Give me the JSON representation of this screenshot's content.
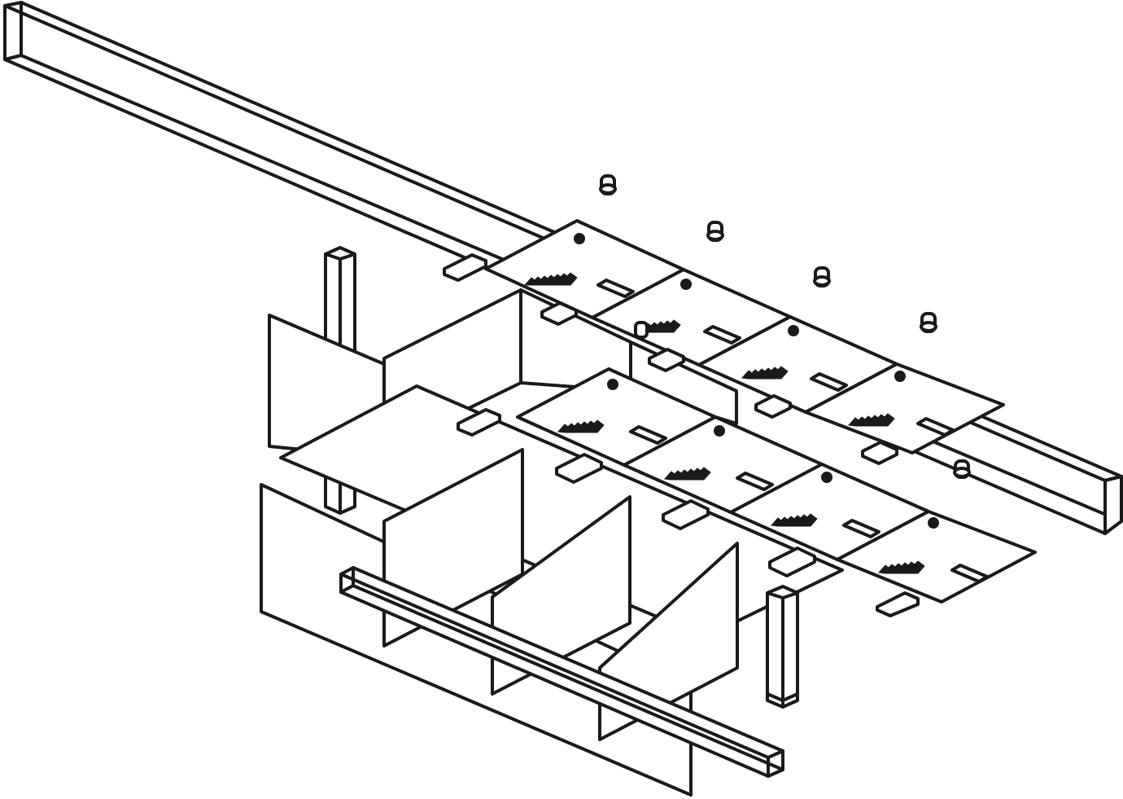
{
  "figure": {
    "kind": "isometric exploded assembly line drawing",
    "line_color": "#1a1a1a",
    "background_color": "#ffffff",
    "parts": {
      "rails": 2,
      "posts": 2,
      "vertical_panels": 6,
      "top_plates_upper_row": 4,
      "top_plates_lower_row": 4,
      "nuts": 6,
      "clips": 10
    }
  }
}
